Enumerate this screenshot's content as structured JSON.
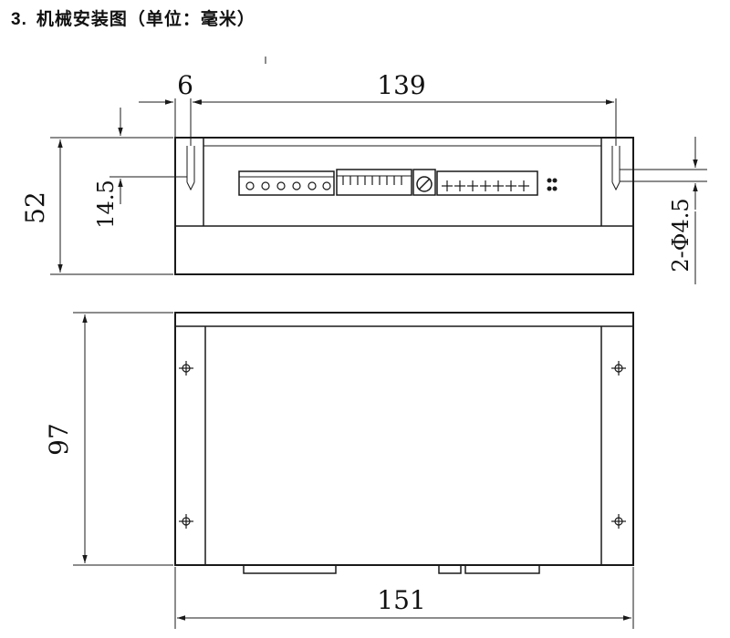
{
  "heading": {
    "number": "3.",
    "title": "机械安装图（单位：毫米）"
  },
  "dimensions": {
    "hole_offset": "6",
    "mount_span": "139",
    "height": "52",
    "hole_height": "14.5",
    "hole_spec": "2-Φ4.5",
    "depth": "97",
    "width": "151"
  },
  "colors": {
    "line": "#1a1a1a",
    "background": "#ffffff"
  }
}
